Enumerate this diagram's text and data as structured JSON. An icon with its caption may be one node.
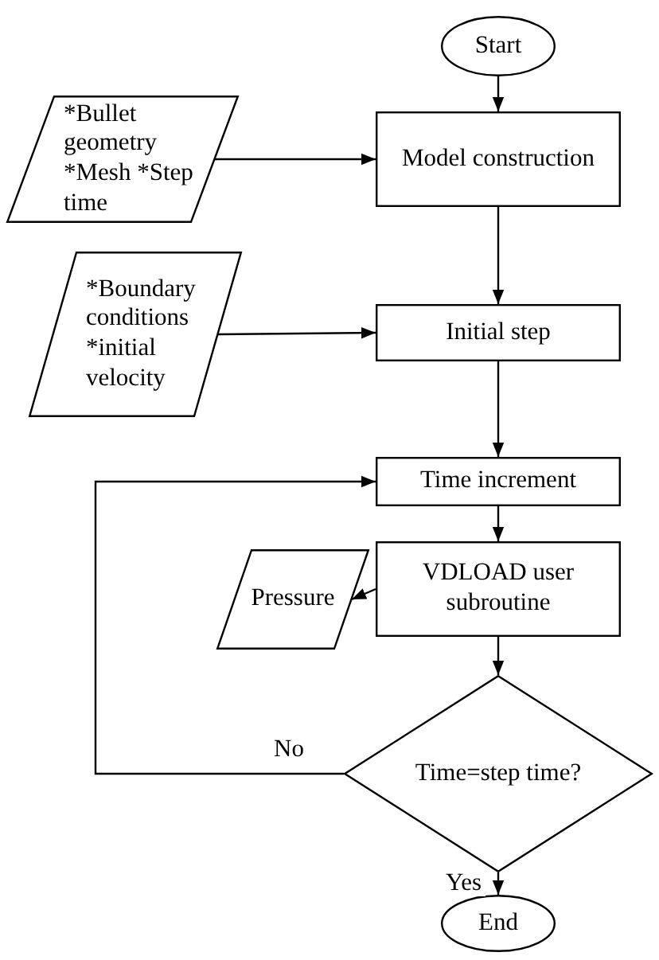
{
  "diagram": {
    "nodes": [
      {
        "text": [
          "Start"
        ]
      },
      {
        "text": [
          "*Bullet geometry *Mesh *Step time"
        ]
      },
      {
        "text": [
          "Model construction"
        ]
      },
      {
        "text": [
          "*Boundary conditions *initial velocity"
        ]
      },
      {
        "text": [
          "Initial step"
        ]
      },
      {
        "text": [
          "Time increment"
        ]
      },
      {
        "text": [
          "Pressure"
        ]
      },
      {
        "text": [
          "VDLOAD user subroutine"
        ]
      },
      {
        "text": [
          "Time=step time?"
        ]
      },
      {
        "text": [
          "End"
        ]
      }
    ],
    "edges": [
      {
        "from": 0,
        "to": 2,
        "arrow": "to"
      },
      {
        "from": 1,
        "to": 2,
        "arrow": "to"
      },
      {
        "from": 2,
        "to": 4,
        "arrow": "to"
      },
      {
        "from": 3,
        "to": 4,
        "arrow": "to"
      },
      {
        "from": 4,
        "to": 5,
        "arrow": "to"
      },
      {
        "from": 5,
        "to": 7,
        "arrow": "to"
      },
      {
        "from": 7,
        "to": 6,
        "arrow": "to"
      },
      {
        "from": 7,
        "to": 8,
        "arrow": "to"
      },
      {
        "from": 8,
        "to": 5,
        "arrow": "to",
        "label": "No"
      },
      {
        "from": 8,
        "to": 9,
        "arrow": "to",
        "label": "Yes"
      }
    ]
  }
}
